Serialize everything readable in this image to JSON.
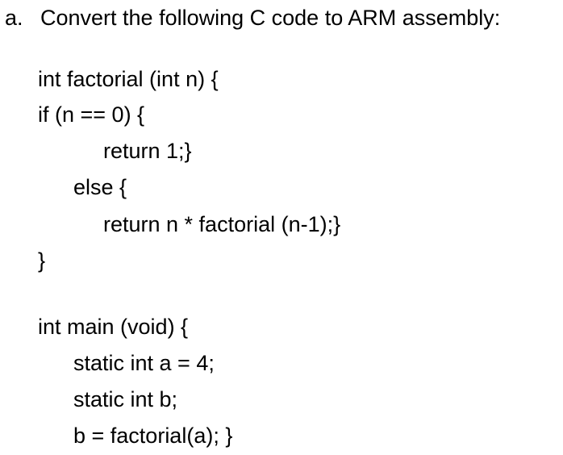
{
  "question": {
    "marker": "a.",
    "text": "Convert the following C code to ARM assembly:"
  },
  "code": [
    "int factorial (int n) {",
    "if (n == 0) {",
    "return 1;}",
    "else {",
    "return n * factorial (n-1);}",
    "}",
    "int main (void) {",
    "static int a = 4;",
    "static int b;",
    "b = factorial(a); }"
  ]
}
